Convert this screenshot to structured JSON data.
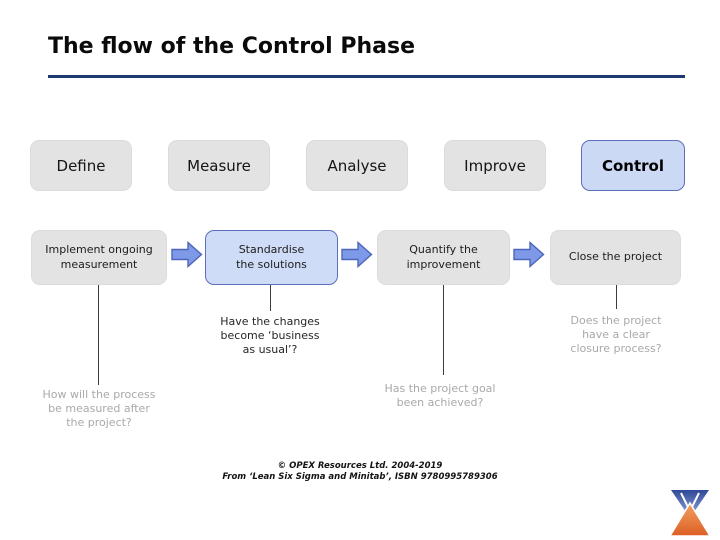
{
  "slide": {
    "title": "The flow of the Control Phase",
    "footer_line1": "© OPEX Resources Ltd. 2004-2019",
    "footer_line2": "From ‘Lean Six Sigma and Minitab’, ISBN 9780995789306"
  },
  "phases": [
    {
      "label": "Define",
      "highlighted": false
    },
    {
      "label": "Measure",
      "highlighted": false
    },
    {
      "label": "Analyse",
      "highlighted": false
    },
    {
      "label": "Improve",
      "highlighted": false
    },
    {
      "label": "Control",
      "highlighted": true
    }
  ],
  "flow_steps": [
    {
      "label": "Implement ongoing\nmeasurement",
      "style": "gray"
    },
    {
      "label": "Standardise\nthe solutions",
      "style": "blue"
    },
    {
      "label": "Quantify the\nimprovement",
      "style": "gray"
    },
    {
      "label": "Close the project",
      "style": "gray"
    }
  ],
  "questions": [
    {
      "text": "Have the changes\nbecome ‘business\nas usual’?",
      "emphasis": "dark"
    },
    {
      "text": "Does the project\nhave a clear\nclosure process?",
      "emphasis": "gray"
    },
    {
      "text": "How will the process\nbe measured after\nthe project?",
      "emphasis": "gray"
    },
    {
      "text": "Has the project goal\nbeen achieved?",
      "emphasis": "gray"
    }
  ],
  "colors": {
    "title_underline": "#1e3a6e",
    "phase_box_fill": "#e3e3e3",
    "highlight_fill": "#ccd9f5",
    "highlight_border": "#5b6fbe",
    "arrow_fill": "#7d99e8",
    "arrow_border": "#4f66b8",
    "connector_line": "#3c3c3c",
    "muted_text": "#a9a9a9",
    "logo_blue": "#2d4897",
    "logo_orange": "#dd5f24"
  }
}
